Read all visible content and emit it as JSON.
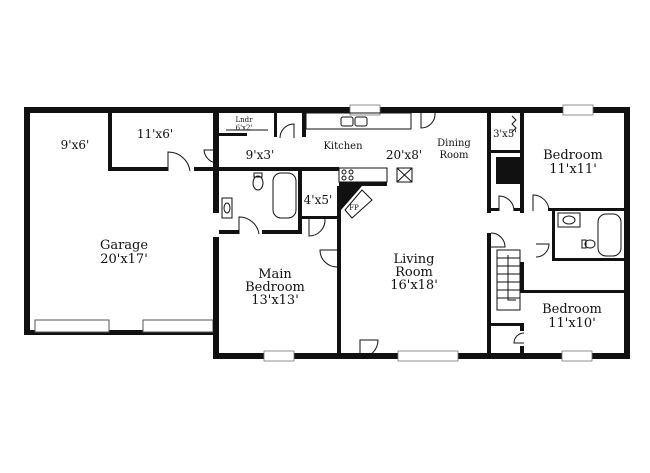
{
  "labels": {
    "garage_closet": "9'x6'",
    "closet_11x6": "11'x6'",
    "laundry_name": "Lndr",
    "laundry_dim": "6'x2'",
    "hall_9x3": "9'x3'",
    "kitchen": "Kitchen",
    "kitchen_dim": "20'x8'",
    "dining_line1": "Dining",
    "dining_line2": "Room",
    "closet_3x5": "3'x5'",
    "bedroom1_name": "Bedroom",
    "bedroom1_dim": "11'x11'",
    "garage_name": "Garage",
    "garage_dim": "20'x17'",
    "closet_4x5": "4'x5'",
    "fireplace": "FP",
    "living_line1": "Living",
    "living_line2": "Room",
    "living_dim": "16'x18'",
    "main_line1": "Main",
    "main_line2": "Bedroom",
    "main_dim": "13'x13'",
    "bedroom2_name": "Bedroom",
    "bedroom2_dim": "11'x10'"
  }
}
